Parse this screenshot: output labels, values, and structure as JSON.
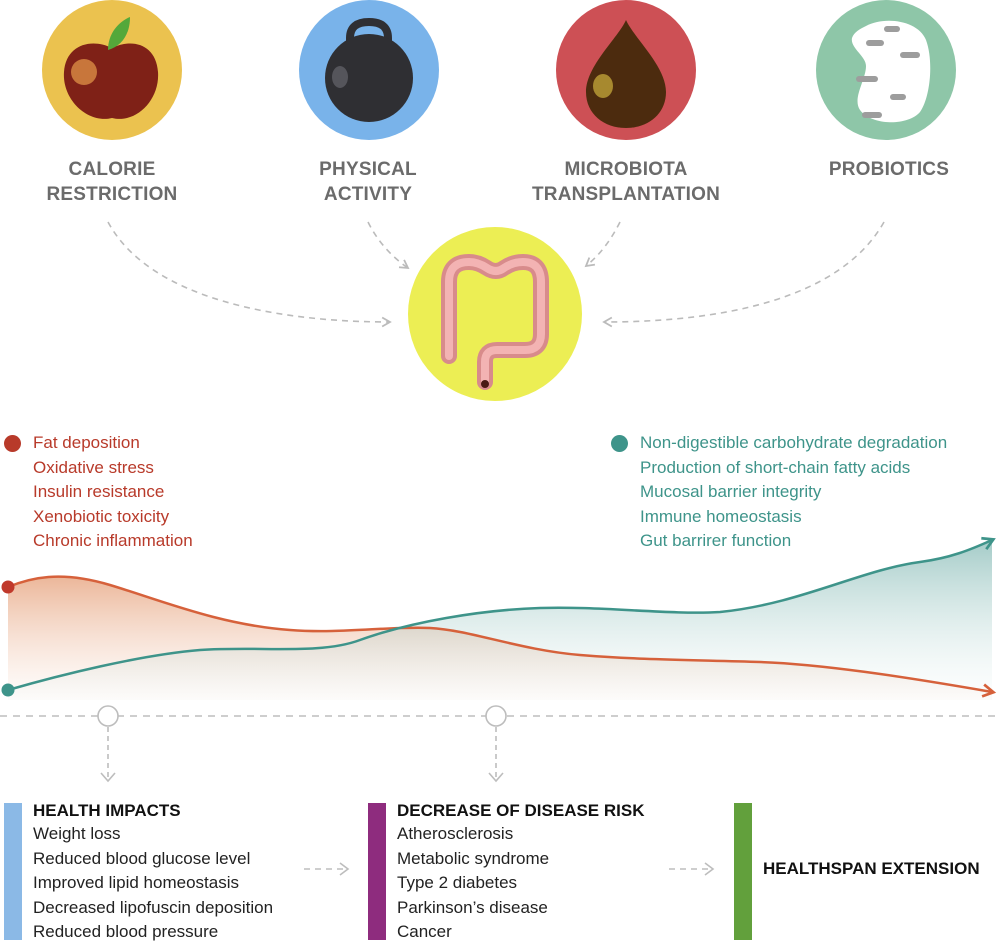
{
  "interventions": [
    {
      "lines": [
        "CALORIE",
        "RESTRICTION"
      ],
      "icon": "apple-icon",
      "bg": "#ebc24f"
    },
    {
      "lines": [
        "PHYSICAL",
        "ACTIVITY"
      ],
      "icon": "kettlebell-icon",
      "bg": "#79b3ea"
    },
    {
      "lines": [
        "MICROBIOTA",
        "TRANSPLANTATION"
      ],
      "icon": "stool-drop-icon",
      "bg": "#cd5055"
    },
    {
      "lines": [
        "PROBIOTICS"
      ],
      "icon": "probiotic-capsule-icon",
      "bg": "#8ec6a8"
    }
  ],
  "center_icon": "gut-colon-icon",
  "negative_factors": {
    "color": "#b83a2a",
    "items": [
      "Fat deposition",
      "Oxidative stress",
      "Insulin resistance",
      "Xenobiotic toxicity",
      "Chronic inflammation"
    ]
  },
  "positive_factors": {
    "color": "#3e948a",
    "items": [
      "Non-digestible carbohydrate degradation",
      "Production of short-chain fatty acids",
      "Mucosal barrier integrity",
      "Immune homeostasis",
      "Gut barrirer function"
    ]
  },
  "outcomes": {
    "health_impacts": {
      "title": "HEALTH IMPACTS",
      "color": "#8bb9e6",
      "items": [
        "Weight loss",
        "Reduced blood glucose level",
        "Improved lipid homeostasis",
        "Decreased lipofuscin deposition",
        "Reduced blood pressure"
      ]
    },
    "disease_risk": {
      "title": "DECREASE OF DISEASE RISK",
      "color": "#8e2c7e",
      "items": [
        "Atherosclerosis",
        "Metabolic syndrome",
        "Type 2 diabetes",
        "Parkinson’s disease",
        "Cancer"
      ]
    },
    "healthspan": {
      "title": "HEALTHSPAN EXTENSION",
      "color": "#62a03c"
    }
  }
}
